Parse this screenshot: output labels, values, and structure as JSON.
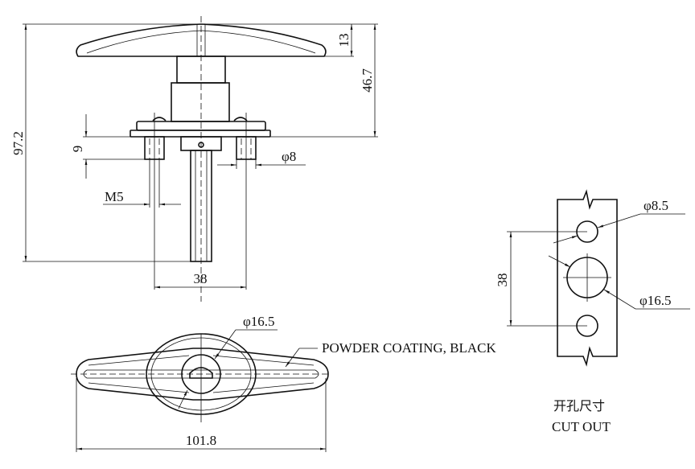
{
  "front_view": {
    "dim_total_height": "97.2",
    "dim_handle_height": "13",
    "dim_above_plate": "46.7",
    "dim_stud_length": "9",
    "dim_stud_diameter": "φ8",
    "dim_thread": "M5",
    "dim_stud_spacing": "38"
  },
  "top_view": {
    "dim_center_diameter": "φ16.5",
    "note_finish": "POWDER COATING, BLACK",
    "dim_handle_length": "101.8"
  },
  "cutout": {
    "dim_small_hole": "φ8.5",
    "dim_large_hole": "φ16.5",
    "dim_hole_spacing": "38",
    "title_cn": "开孔尺寸",
    "title_en": "CUT OUT"
  }
}
